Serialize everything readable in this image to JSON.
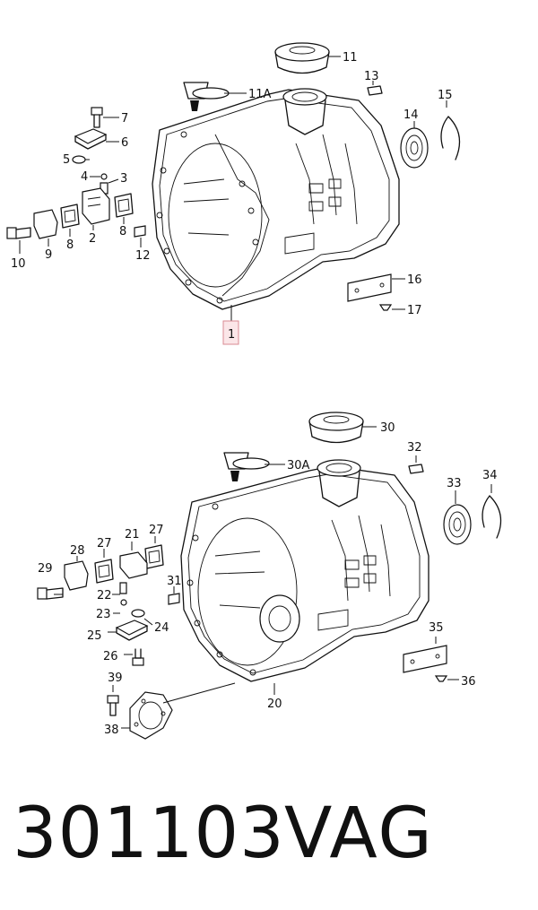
{
  "diagram": {
    "callouts_top": [
      "11",
      "11A",
      "13",
      "14",
      "15",
      "7",
      "6",
      "5",
      "4",
      "3",
      "8",
      "2",
      "8",
      "9",
      "10",
      "12",
      "16",
      "17",
      "1"
    ],
    "callouts_bottom": [
      "30",
      "30A",
      "32",
      "33",
      "34",
      "28",
      "27",
      "21",
      "27",
      "29",
      "22",
      "31",
      "23",
      "24",
      "25",
      "26",
      "39",
      "38",
      "35",
      "36",
      "20"
    ]
  },
  "footer": {
    "part_number": "301103",
    "brand": "VAG"
  }
}
